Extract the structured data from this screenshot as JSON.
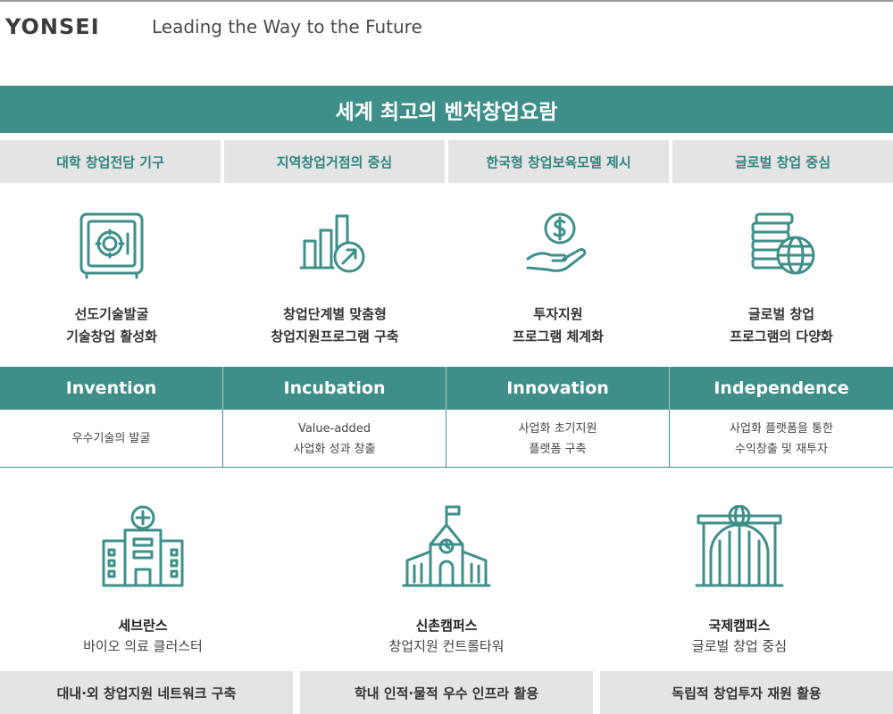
{
  "header": {
    "logo": "YONSEI",
    "slogan": "Leading the Way to the Future"
  },
  "banner": {
    "title": "세계 최고의 벤처창업요람"
  },
  "pillars": [
    "대학 창업전담 기구",
    "지역창업거점의 중심",
    "한국형 창업보육모델 제시",
    "글로벌 창업 중심"
  ],
  "features": [
    {
      "icon": "safe-icon",
      "line1": "선도기술발굴",
      "line2": "기술창업 활성화"
    },
    {
      "icon": "growth-chart-icon",
      "line1": "창업단계별 맞춤형",
      "line2": "창업지원프로그램 구축"
    },
    {
      "icon": "investment-hand-icon",
      "line1": "투자지원",
      "line2": "프로그램 체계화"
    },
    {
      "icon": "global-coins-icon",
      "line1": "글로벌 창업",
      "line2": "프로그램의 다양화"
    }
  ],
  "four_i": [
    {
      "title": "Invention",
      "line1": "우수기술의 발굴",
      "line2": ""
    },
    {
      "title": "Incubation",
      "line1": "Value-added",
      "line2": "사업화 성과 창출"
    },
    {
      "title": "Innovation",
      "line1": "사업화 초기지원",
      "line2": "플랫폼 구축"
    },
    {
      "title": "Independence",
      "line1": "사업화 플랫폼을 통한",
      "line2": "수익창출 및 재투자"
    }
  ],
  "campuses": [
    {
      "icon": "hospital-icon",
      "name": "세브란스",
      "desc": "바이오 의료 클러스터"
    },
    {
      "icon": "campus-building-icon",
      "name": "신촌캠퍼스",
      "desc": "창업지원 컨트롤타워"
    },
    {
      "icon": "global-gate-icon",
      "name": "국제캠퍼스",
      "desc": "글로벌 창업 중심"
    }
  ],
  "bottom": [
    "대내·외 창업지원 네트워크 구축",
    "학내 인적·물적 우수 인프라 활용",
    "독립적 창업투자 재원 활용"
  ],
  "colors": {
    "accent": "#3e8f8a",
    "panel": "#e4e4e4",
    "accent_text": "#2f8580"
  }
}
